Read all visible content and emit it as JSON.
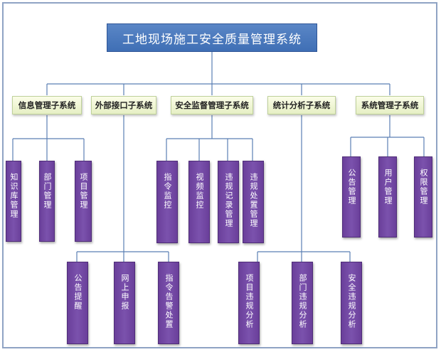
{
  "root": {
    "title": "工地现场施工安全质量管理系统"
  },
  "subsystems": [
    {
      "label": "信息管理子系统",
      "leaves": [
        "知识库管理",
        "部门管理",
        "项目管理"
      ]
    },
    {
      "label": "外部接口子系统",
      "leaves": [
        "公告提醒",
        "网上申报",
        "指令告警处置"
      ]
    },
    {
      "label": "安全监督管理子系统",
      "leaves": [
        "指令监控",
        "视频监控",
        "违规记录管理",
        "违规处置管理"
      ]
    },
    {
      "label": "统计分析子系统",
      "leaves": [
        "项目违规分析",
        "部门违规分析",
        "安全违规分析"
      ]
    },
    {
      "label": "系统管理子系统",
      "leaves": [
        "公告管理",
        "用户管理",
        "权限管理"
      ]
    }
  ]
}
